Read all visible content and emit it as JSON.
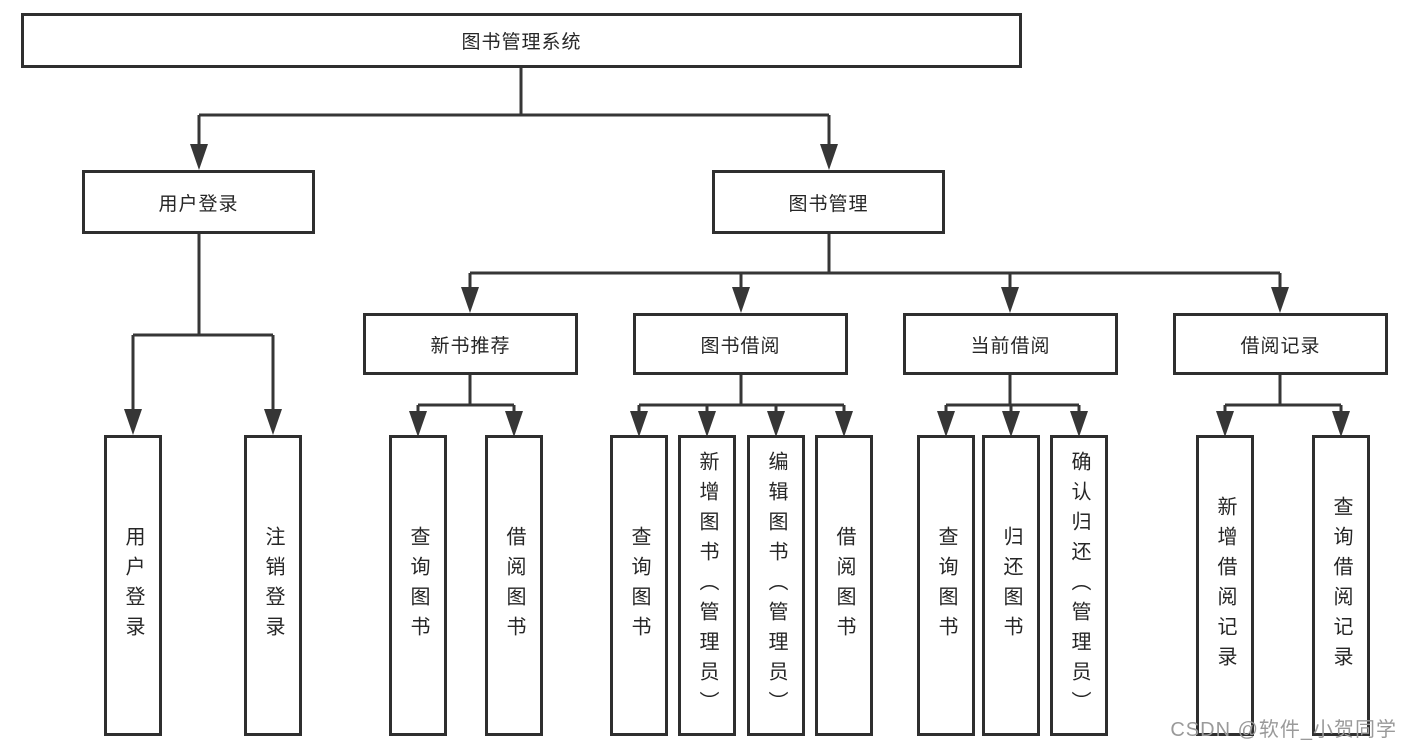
{
  "diagram": {
    "root": {
      "label": "图书管理系统"
    },
    "branches": [
      {
        "label": "用户登录",
        "children": [
          {
            "label": "用户登录"
          },
          {
            "label": "注销登录"
          }
        ]
      },
      {
        "label": "图书管理",
        "groups": [
          {
            "label": "新书推荐",
            "children": [
              {
                "label": "查询图书"
              },
              {
                "label": "借阅图书"
              }
            ]
          },
          {
            "label": "图书借阅",
            "children": [
              {
                "label": "查询图书"
              },
              {
                "label": "新增图书（管理员）"
              },
              {
                "label": "编辑图书（管理员）"
              },
              {
                "label": "借阅图书"
              }
            ]
          },
          {
            "label": "当前借阅",
            "children": [
              {
                "label": "查询图书"
              },
              {
                "label": "归还图书"
              },
              {
                "label": "确认归还（管理员）"
              }
            ]
          },
          {
            "label": "借阅记录",
            "children": [
              {
                "label": "新增借阅记录"
              },
              {
                "label": "查询借阅记录"
              }
            ]
          }
        ]
      }
    ],
    "watermark": "CSDN @软件_小贺同学",
    "colors": {
      "line": "#363636",
      "box_border": "#2f2f2f",
      "text": "#262626",
      "watermark": "#9a9a9a",
      "background": "#ffffff"
    }
  }
}
